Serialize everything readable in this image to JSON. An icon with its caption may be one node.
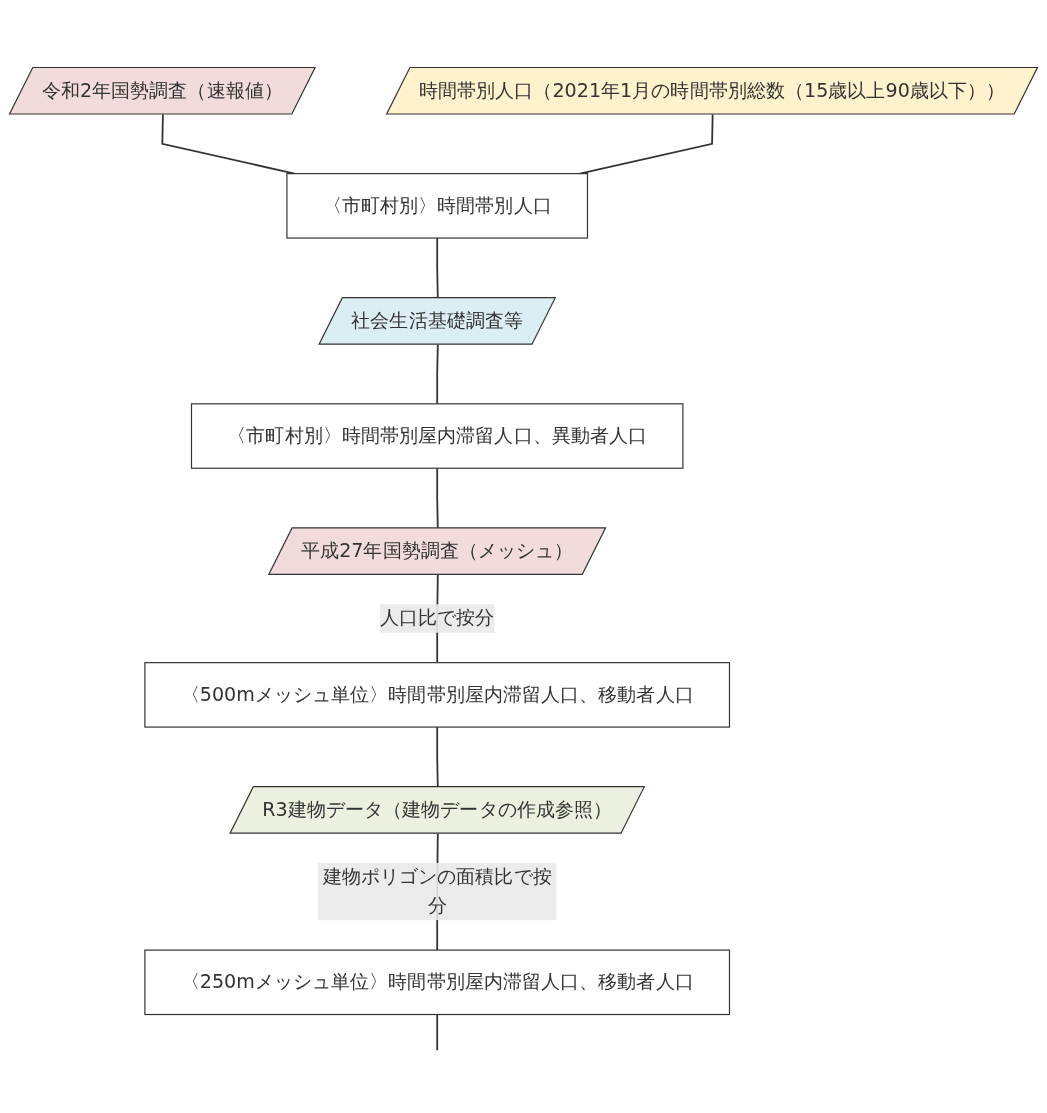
{
  "diagram": {
    "nodes": [
      {
        "text": [
          "令和2年国勢調査（速報値）"
        ]
      },
      {
        "text": [
          "時間帯別人口（2021年1月の時間帯別総数（15歳以上90歳以下））"
        ]
      },
      {
        "text": [
          "〈市町村別〉時間帯別人口"
        ]
      },
      {
        "text": [
          "社会生活基礎調査等"
        ]
      },
      {
        "text": [
          "〈市町村別〉時間帯別屋内滞留人口、異動者人口"
        ]
      },
      {
        "text": [
          "平成27年国勢調査（メッシュ）"
        ]
      },
      {
        "text": [
          "〈500mメッシュ単位〉時間帯別屋内滞留人口、移動者人口"
        ]
      },
      {
        "text": [
          "R3建物データ（建物データの作成参照）"
        ]
      },
      {
        "text": [
          "〈250mメッシュ単位〉時間帯別屋内滞留人口、移動者人口"
        ]
      }
    ],
    "edges": [
      {
        "from": 0,
        "to": 2,
        "arrow": "none"
      },
      {
        "from": 1,
        "to": 2,
        "arrow": "none"
      },
      {
        "from": 2,
        "to": 3,
        "arrow": "none"
      },
      {
        "from": 3,
        "to": 4,
        "arrow": "none"
      },
      {
        "from": 4,
        "to": 5,
        "arrow": "none"
      },
      {
        "from": 5,
        "to": 6,
        "label": "人口比で按分",
        "arrow": "none"
      },
      {
        "from": 6,
        "to": 7,
        "arrow": "none"
      },
      {
        "from": 7,
        "to": 8,
        "label": "建物ポリゴンの面積比で按分",
        "arrow": "none"
      },
      {
        "from": 8,
        "to": null,
        "arrow": "none"
      }
    ]
  }
}
